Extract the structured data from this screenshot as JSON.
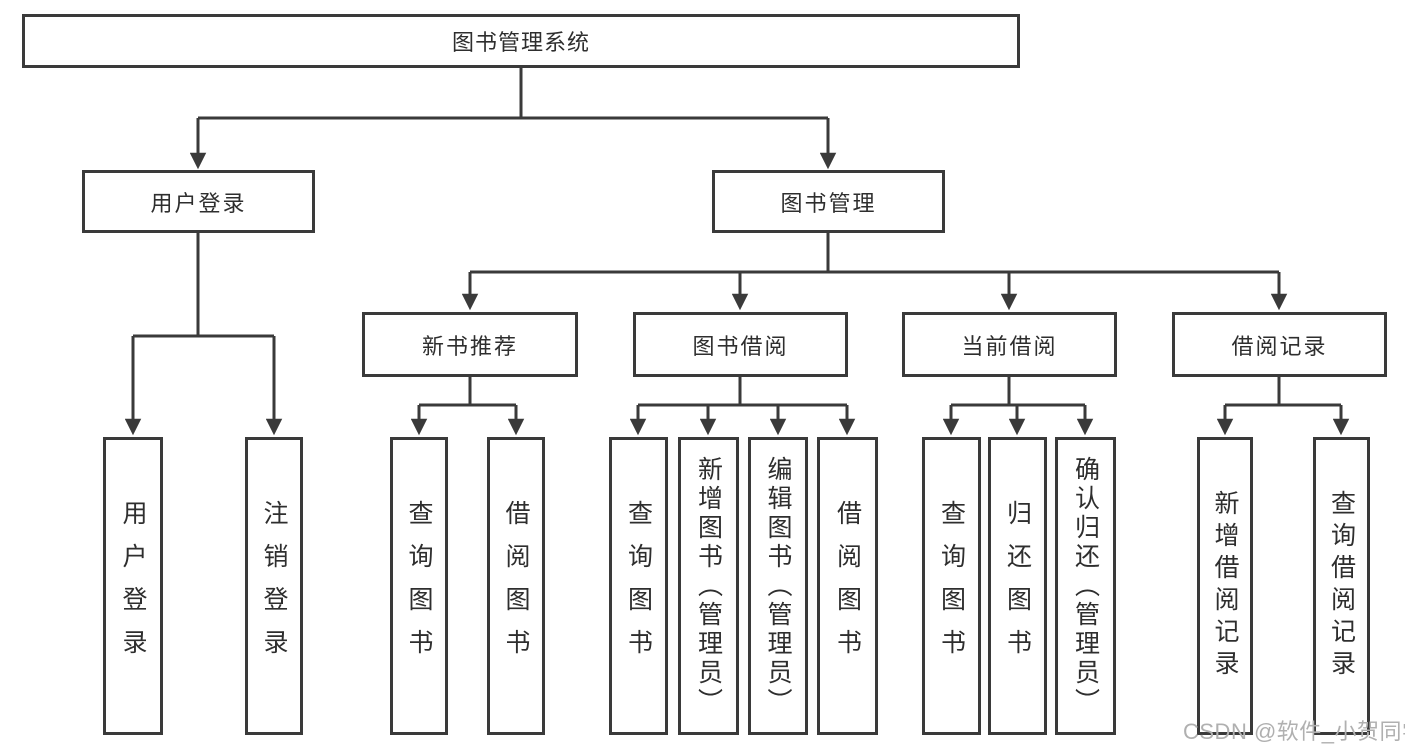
{
  "nodes": {
    "root": {
      "label": "图书管理系统"
    },
    "user_login": {
      "label": "用户登录",
      "parent": "图书管理系统"
    },
    "book_management": {
      "label": "图书管理",
      "parent": "图书管理系统"
    },
    "new_book_recommend": {
      "label": "新书推荐",
      "parent": "图书管理"
    },
    "book_borrowing": {
      "label": "图书借阅",
      "parent": "图书管理"
    },
    "current_borrowing": {
      "label": "当前借阅",
      "parent": "图书管理"
    },
    "borrowing_records": {
      "label": "借阅记录",
      "parent": "图书管理"
    },
    "leaves": [
      {
        "label": "用户登录",
        "parent": "用户登录"
      },
      {
        "label": "注销登录",
        "parent": "用户登录"
      },
      {
        "label": "查询图书",
        "parent": "新书推荐"
      },
      {
        "label": "借阅图书",
        "parent": "新书推荐"
      },
      {
        "label": "查询图书",
        "parent": "图书借阅"
      },
      {
        "label": "新增图书（管理员）",
        "parent": "图书借阅"
      },
      {
        "label": "编辑图书（管理员）",
        "parent": "图书借阅"
      },
      {
        "label": "借阅图书",
        "parent": "图书借阅"
      },
      {
        "label": "查询图书",
        "parent": "当前借阅"
      },
      {
        "label": "归还图书",
        "parent": "当前借阅"
      },
      {
        "label": "确认归还（管理员）",
        "parent": "当前借阅"
      },
      {
        "label": "新增借阅记录",
        "parent": "借阅记录"
      },
      {
        "label": "查询借阅记录",
        "parent": "借阅记录"
      }
    ]
  },
  "watermark": {
    "text": "CSDN @软件_小贺同学"
  },
  "colors": {
    "line": "#3a3a3a",
    "text": "#2e2e2e",
    "watermark": "#b0b0b0",
    "background": "#ffffff"
  }
}
